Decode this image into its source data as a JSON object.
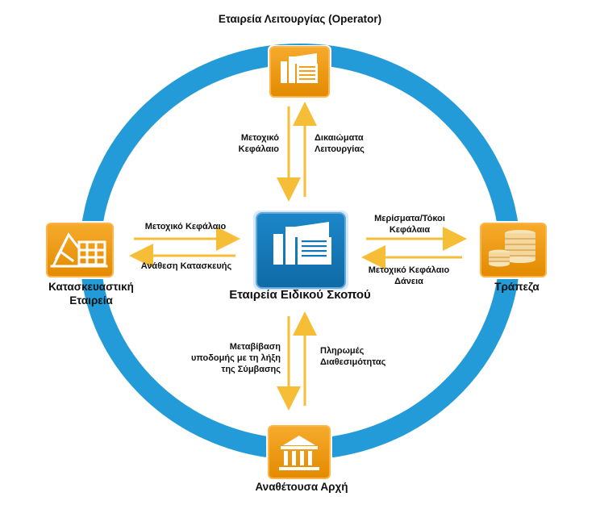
{
  "diagram": {
    "colors": {
      "ring": "#239bd8",
      "arrow": "#f6be37",
      "node_orange": "#ef9a0e",
      "node_orange_dark": "#c97800",
      "center_blue": "#1576b5",
      "text": "#111111",
      "icon": "#ffffff"
    },
    "nodes": {
      "top": {
        "label": "Εταιρεία Λειτουργίας (Operator)",
        "icon": "building-icon"
      },
      "left": {
        "label_lines": [
          "Κατασκευαστική",
          "Εταιρεία"
        ],
        "icon": "crane-icon"
      },
      "right": {
        "label": "Τράπεζα",
        "icon": "coins-icon"
      },
      "bottom": {
        "label": "Αναθέτουσα Αρχή",
        "icon": "government-building-icon"
      },
      "center": {
        "label": "Εταιρεία Ειδικού Σκοπού",
        "icon": "building-icon"
      }
    },
    "flows": {
      "top_to_center": {
        "lines": [
          "Μετοχικό",
          "Κεφάλαιο"
        ]
      },
      "center_to_top": {
        "lines": [
          "Δικαιώματα",
          "Λειτουργίας"
        ]
      },
      "left_to_center": {
        "label": "Μετοχικό Κεφάλαιο"
      },
      "center_to_left": {
        "label": "Ανάθεση Κατασκευής"
      },
      "center_to_right": {
        "lines": [
          "Μερίσματα/Τόκοι",
          "Κεφάλαια"
        ]
      },
      "right_to_center": {
        "lines": [
          "Μετοχικό Κεφάλαιο",
          "Δάνεια"
        ]
      },
      "center_to_bottom": {
        "lines": [
          "Μεταβίβαση",
          "υποδομής με τη λήξη",
          "της Σύμβασης"
        ]
      },
      "bottom_to_center": {
        "lines": [
          "Πληρωμές",
          "Διαθεσιμότητας"
        ]
      }
    }
  }
}
